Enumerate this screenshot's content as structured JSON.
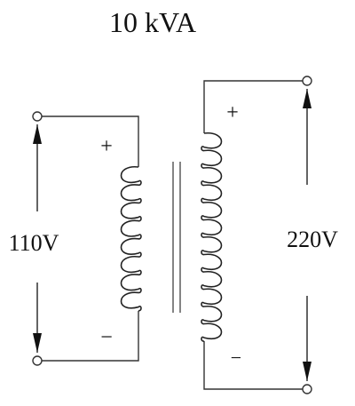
{
  "rating": "10 kVA",
  "primary": {
    "voltage": "110V",
    "plus": "+",
    "minus": "−"
  },
  "secondary": {
    "voltage": "220V",
    "plus": "+",
    "minus": "−"
  }
}
